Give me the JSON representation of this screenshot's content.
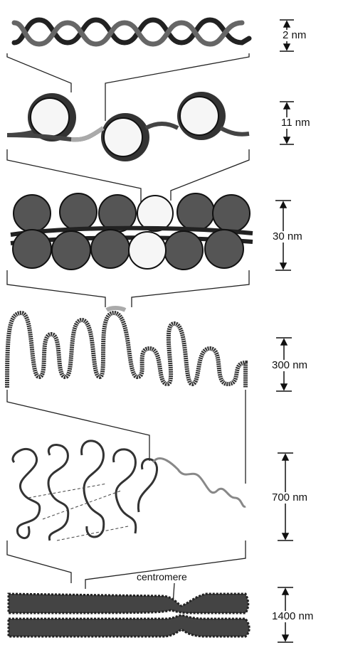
{
  "levels": [
    {
      "label": "2 nm"
    },
    {
      "label": "11 nm"
    },
    {
      "label": "30 nm"
    },
    {
      "label": "300 nm"
    },
    {
      "label": "700 nm"
    },
    {
      "label": "1400 nm"
    }
  ],
  "annotations": {
    "centromere": "centromere"
  },
  "colors": {
    "ink": "#222222",
    "dark": "#444444",
    "light": "#f6f6f6",
    "highlight": "#aaaaaa",
    "faded": "#888888"
  }
}
